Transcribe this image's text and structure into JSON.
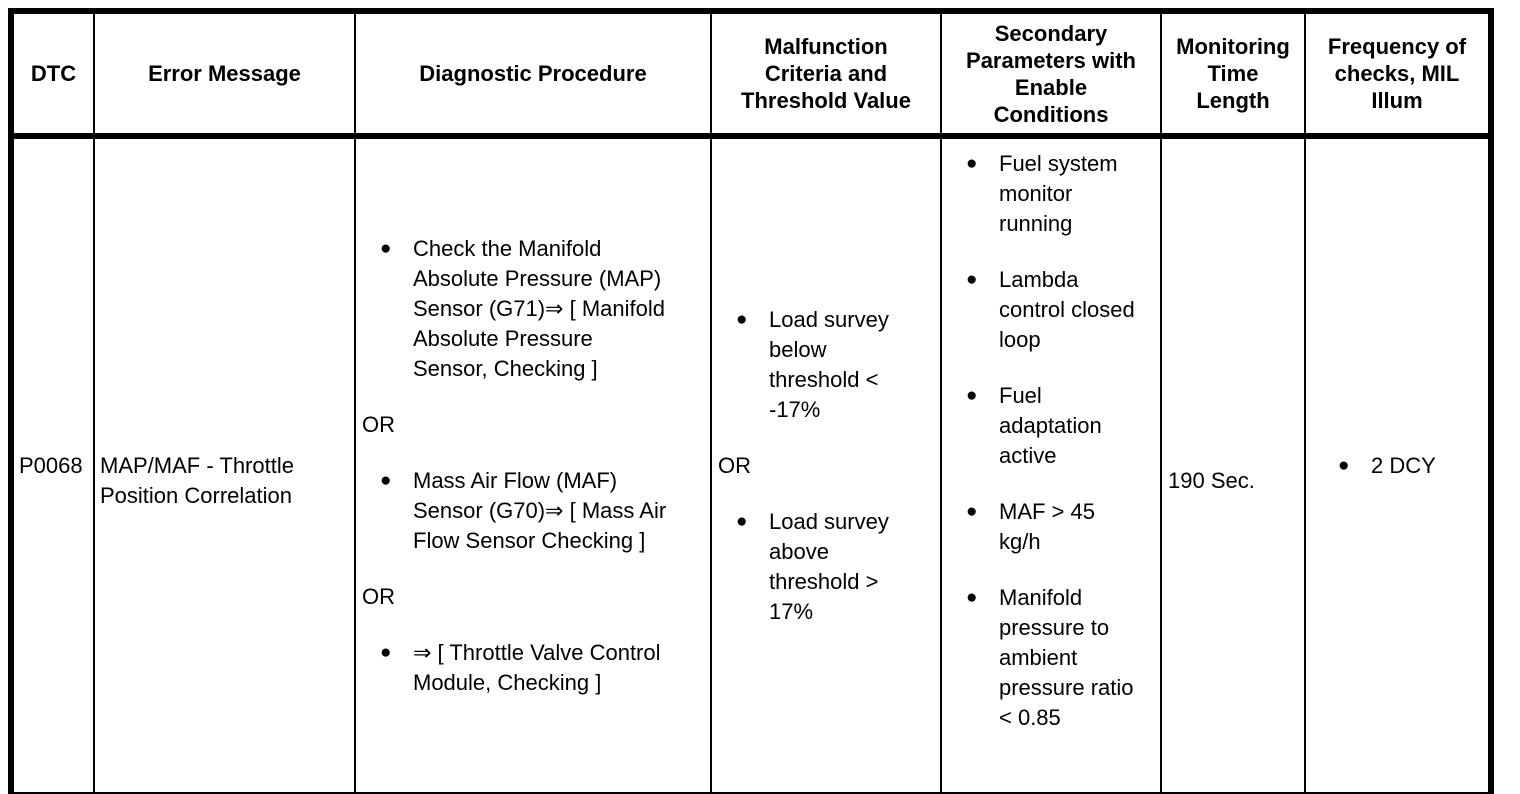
{
  "glyphs": {
    "bullet": "●"
  },
  "table": {
    "headers": [
      "DTC",
      "Error Message",
      "Diagnostic Procedure",
      "Malfunction\nCriteria and\nThreshold Value",
      "Secondary\nParameters with\nEnable\nConditions",
      "Monitoring\nTime\nLength",
      "Frequency of\nchecks, MIL\nIllum"
    ],
    "row": {
      "dtc": "P0068",
      "error_message": "MAP/MAF - Throttle\nPosition Correlation",
      "diagnostic_procedure": {
        "or": "OR",
        "bullets": [
          "Check the Manifold\nAbsolute Pressure (MAP)\nSensor (G71)⇒ [ Manifold\nAbsolute Pressure\nSensor, Checking ]",
          "Mass Air Flow (MAF)\nSensor (G70)⇒ [ Mass Air\nFlow Sensor Checking ]",
          "⇒ [ Throttle Valve Control\nModule, Checking ]"
        ]
      },
      "malfunction_criteria": {
        "or": "OR",
        "bullets": [
          "Load survey\nbelow\nthreshold <\n-17%",
          "Load survey\nabove\nthreshold >\n17%"
        ]
      },
      "secondary_parameters": {
        "bullets": [
          "Fuel system\nmonitor\nrunning",
          "Lambda\ncontrol closed\nloop",
          "Fuel\nadaptation\nactive",
          "MAF > 45\nkg/h",
          "Manifold\npressure to\nambient\npressure ratio\n< 0.85"
        ]
      },
      "monitoring_time": "190 Sec.",
      "frequency_of_checks": {
        "bullets": [
          "2 DCY"
        ]
      }
    }
  }
}
